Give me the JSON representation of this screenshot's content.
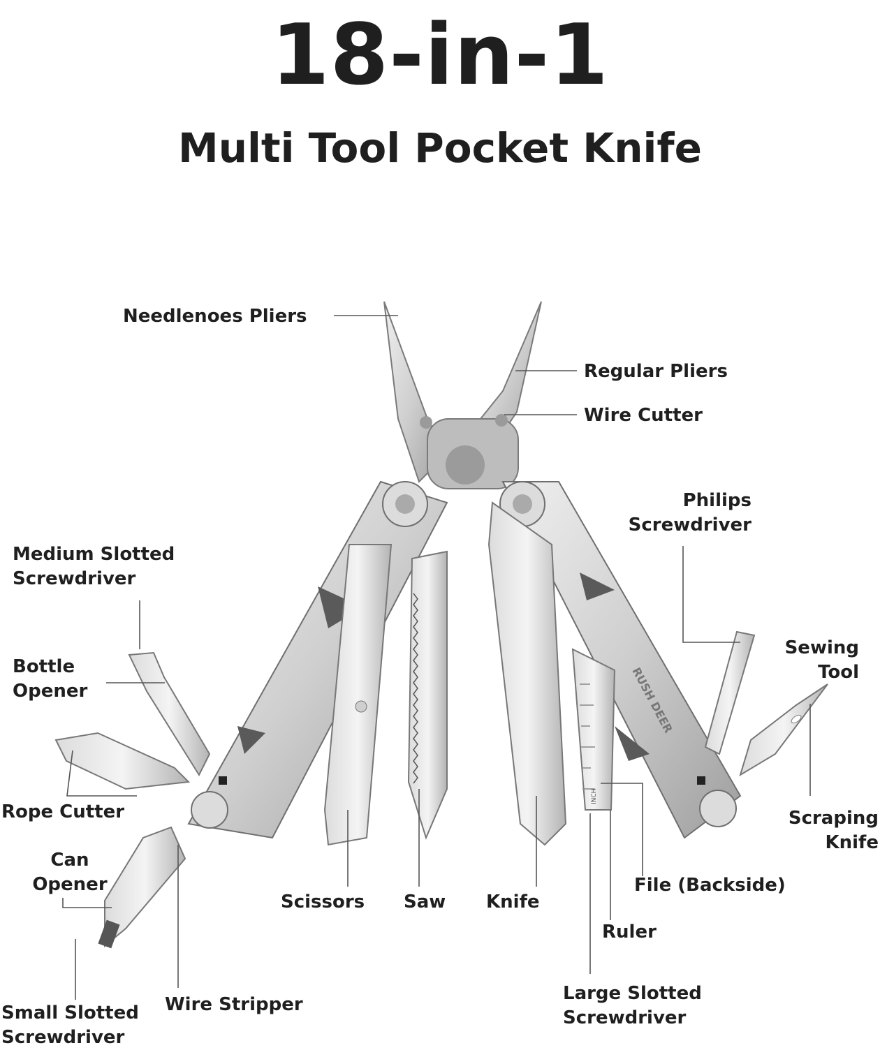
{
  "header": {
    "title": "18-in-1",
    "subtitle": "Multi Tool Pocket Knife"
  },
  "brand_logo_text": "RUSH DEER",
  "ruler_unit": "INCH",
  "labels": {
    "needlenose_pliers": "Needlenoes Pliers",
    "regular_pliers": "Regular Pliers",
    "wire_cutter": "Wire Cutter",
    "philips_screwdriver": "Philips\nScrewdriver",
    "medium_slotted_screwdriver": "Medium Slotted\nScrewdriver",
    "sewing_tool": "Sewing\nTool",
    "bottle_opener": "Bottle\nOpener",
    "rope_cutter": "Rope Cutter",
    "scraping_knife": "Scraping\nKnife",
    "can_opener": "Can\nOpener",
    "scissors": "Scissors",
    "saw": "Saw",
    "knife": "Knife",
    "file_backside": "File (Backside)",
    "ruler": "Ruler",
    "large_slotted_screwdriver": "Large Slotted\nScrewdriver",
    "small_slotted_screwdriver": "Small Slotted\nScrewdriver",
    "wire_stripper": "Wire Stripper"
  },
  "colors": {
    "steel_light": "#e6e6e6",
    "steel_mid": "#c2c2c2",
    "steel_dark": "#8d8d8d",
    "text": "#1f1f1f",
    "leader_line": "#555555"
  }
}
